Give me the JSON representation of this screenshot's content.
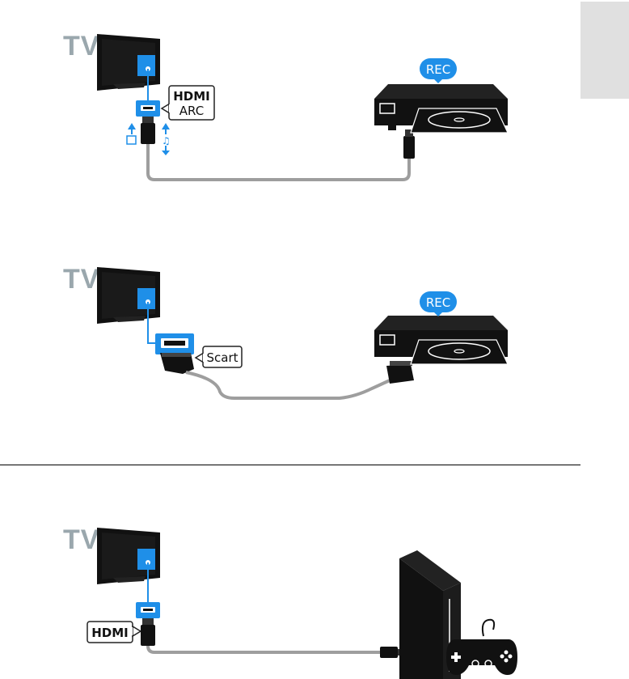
{
  "diagram1": {
    "tv_label": "TV",
    "port_label_line1": "HDMI",
    "port_label_line2": "ARC",
    "device_badge": "REC"
  },
  "diagram2": {
    "tv_label": "TV",
    "port_label": "Scart",
    "device_badge": "REC"
  },
  "diagram3": {
    "tv_label": "TV",
    "port_label": "HDMI"
  },
  "colors": {
    "accent_blue": "#1f8fe8",
    "cable_gray": "#9e9e9e",
    "tv_black": "#111111",
    "label_gray": "#9aa7ad",
    "side_tab": "#e0e0e0"
  }
}
